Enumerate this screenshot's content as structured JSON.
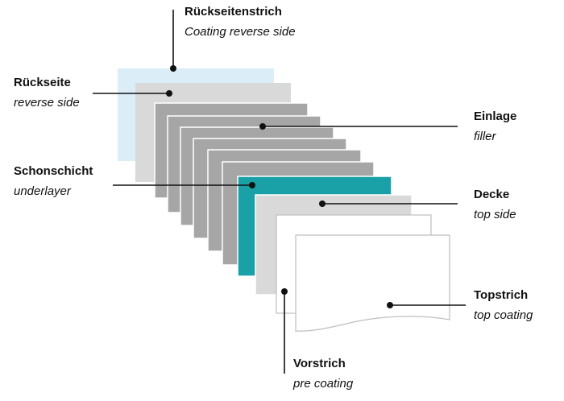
{
  "diagram": {
    "colors": {
      "reverse_coating": "#dbeef8",
      "reverse_side": "#d9d9d9",
      "filler": "#a6a6a6",
      "underlayer": "#1aa1a8",
      "top_side": "#d9d9d9",
      "pre_coating": "#ffffff",
      "top_coating": "#ffffff",
      "outline": "#bfbfbf",
      "leader": "#111111"
    },
    "labels": {
      "rueckseitenstrich": {
        "name": "Rückseitenstrich",
        "sub": "Coating reverse side"
      },
      "rueckseite": {
        "name": "Rückseite",
        "sub": "reverse side"
      },
      "einlage": {
        "name": "Einlage",
        "sub": "filler"
      },
      "schonschicht": {
        "name": "Schonschicht",
        "sub": "underlayer"
      },
      "decke": {
        "name": "Decke",
        "sub": "top side"
      },
      "topstrich": {
        "name": "Topstrich",
        "sub": "top coating"
      },
      "vorstrich": {
        "name": "Vorstrich",
        "sub": "pre coating"
      }
    }
  }
}
